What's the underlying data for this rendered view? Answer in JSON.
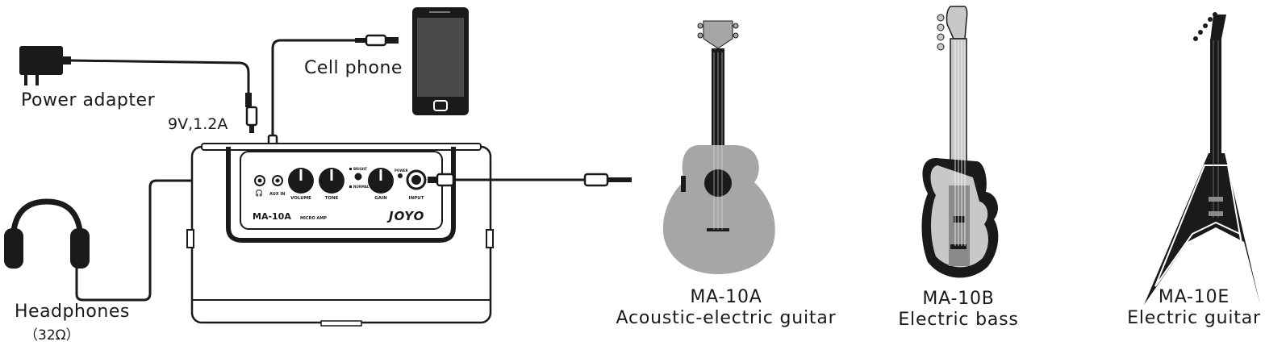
{
  "setup": {
    "power_adapter": "Power adapter",
    "power_spec": "9V,1.2A",
    "cell_phone": "Cell phone",
    "headphones": "Headphones",
    "headphones_spec": "（32Ω）"
  },
  "amp": {
    "model": "MA-10A",
    "model_suffix": "MICRO AMP",
    "brand": "JOYO",
    "headphone_jack_icon": "headphones-icon",
    "aux_label": "AUX IN",
    "volume_label": "VOLUME",
    "tone_label": "TONE",
    "bright_label": "BRIGHT",
    "normal_label": "NORMAL",
    "gain_label": "GAIN",
    "power_label": "POWER",
    "input_label": "INPUT"
  },
  "instruments": [
    {
      "model": "MA-10A",
      "name": "Acoustic-electric guitar"
    },
    {
      "model": "MA-10B",
      "name": "Electric bass"
    },
    {
      "model": "MA-10E",
      "name": "Electric guitar"
    }
  ],
  "colors": {
    "ink": "#1a1a1a",
    "guitar_grey": "#a6a6a6",
    "bass_grey": "#c8c8c8",
    "dark": "#222222"
  }
}
